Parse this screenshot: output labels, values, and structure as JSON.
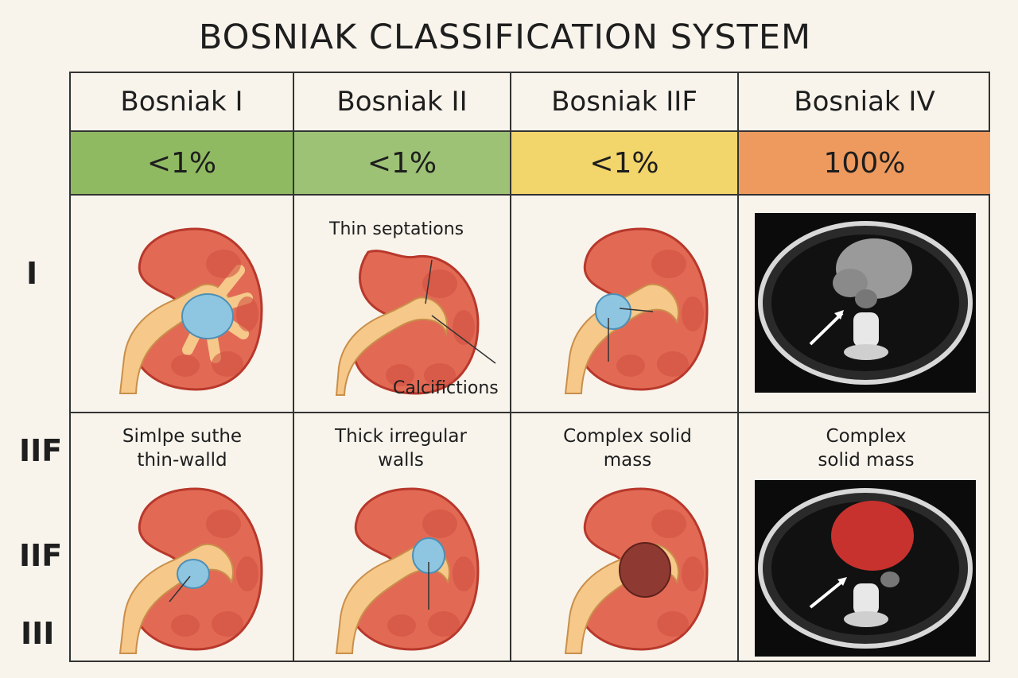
{
  "title": "BOSNIAK CLASSIFICATION SYSTEM",
  "row_labels": {
    "r1": "I",
    "r2a": "IIF",
    "r2b": "IIF",
    "r2c": "III"
  },
  "columns": [
    {
      "header": "Bosniak I",
      "percent": "<1%",
      "color": "#8fba62"
    },
    {
      "header": "Bosniak II",
      "percent": "<1%",
      "color": "#9dc276"
    },
    {
      "header": "Bosniak IIF",
      "percent": "<1%",
      "color": "#f2d56b"
    },
    {
      "header": "Bosniak IV",
      "percent": "100%",
      "color": "#ee9a5e"
    }
  ],
  "annotations": {
    "thin_septations": "Thin septations",
    "calcifications": "Calcifictions"
  },
  "captions": {
    "c1": "Simlpe suthe thin-walld",
    "c2": "Thick irregular walls",
    "c3": "Complex solid mass",
    "c4": "Complex solid mass"
  },
  "colors": {
    "kidney": "#e26a55",
    "kidney_outline": "#b8382b",
    "pelvis": "#f6c88a",
    "cyst": "#8ec6e2",
    "solid_mass": "#8e3a32",
    "ct_mass": "#c8322e"
  }
}
